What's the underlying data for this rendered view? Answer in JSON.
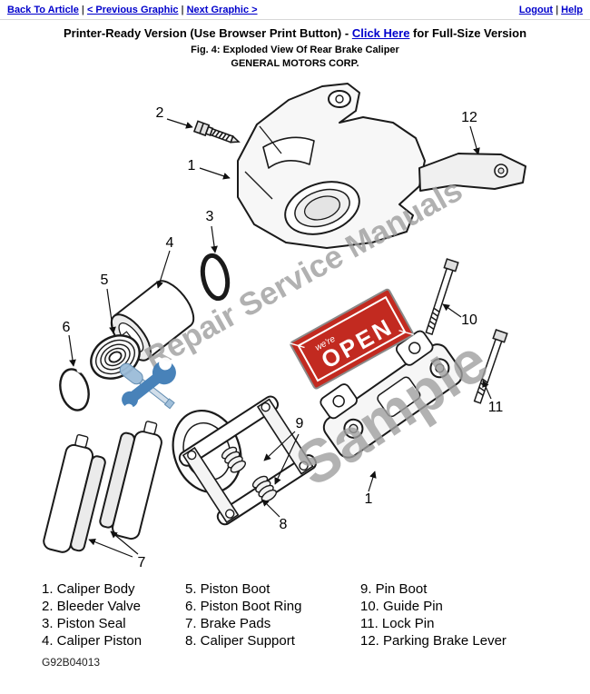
{
  "nav": {
    "back_to_article": "Back To Article",
    "previous_graphic": "< Previous Graphic",
    "next_graphic": "Next Graphic >",
    "logout": "Logout",
    "help": "Help",
    "separator": "|"
  },
  "header": {
    "printer_ready_text": "Printer-Ready Version (Use Browser Print Button) -",
    "click_here_link": "Click Here",
    "full_size_suffix": "for Full-Size Version",
    "figure_caption": "Fig. 4: Exploded View Of Rear Brake Caliper",
    "company_name": "GENERAL MOTORS CORP."
  },
  "diagram": {
    "watermark_brand": "Repair Service Manuals",
    "watermark_sample": "Sample",
    "open_sign_text": "OPEN",
    "open_sign_small_text": "we're",
    "callout_labels": [
      "1",
      "2",
      "3",
      "4",
      "5",
      "6",
      "7",
      "8",
      "9",
      "10",
      "11",
      "12"
    ]
  },
  "legend": {
    "col1": [
      "1. Caliper Body",
      "2. Bleeder Valve",
      "3. Piston Seal",
      "4. Caliper Piston"
    ],
    "col2": [
      "5. Piston Boot",
      "6. Piston Boot Ring",
      "7. Brake Pads",
      "8. Caliper Support"
    ],
    "col3": [
      "9. Pin Boot",
      "10. Guide Pin",
      "11. Lock Pin",
      "12. Parking Brake Lever"
    ]
  },
  "footer": {
    "figure_code": "G92B04013"
  },
  "colors": {
    "link_blue": "#0000cc",
    "watermark_gray": "#a0a0a0",
    "open_sign_red": "#c22a20",
    "tool_blue": "#3f7cb6"
  }
}
